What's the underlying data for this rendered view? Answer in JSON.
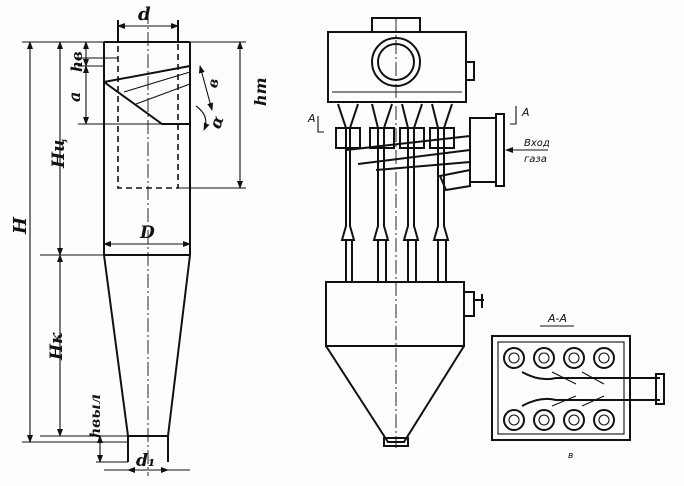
{
  "left_drawing": {
    "dimensions": {
      "d": "d",
      "hv": "hв",
      "a": "a",
      "alpha": "α",
      "b": "в",
      "hT": "hт",
      "Hts": "Hц",
      "H": "H",
      "D": "D",
      "Hk": "Hк",
      "hvyl": "hвыл",
      "d1": "d₁"
    }
  },
  "right_drawing": {
    "section_marks": [
      "A",
      "A"
    ],
    "inlet_label_line1": "Bxoд",
    "inlet_label_line2": "газа",
    "section_view_title": "A-A",
    "caption": "в"
  }
}
